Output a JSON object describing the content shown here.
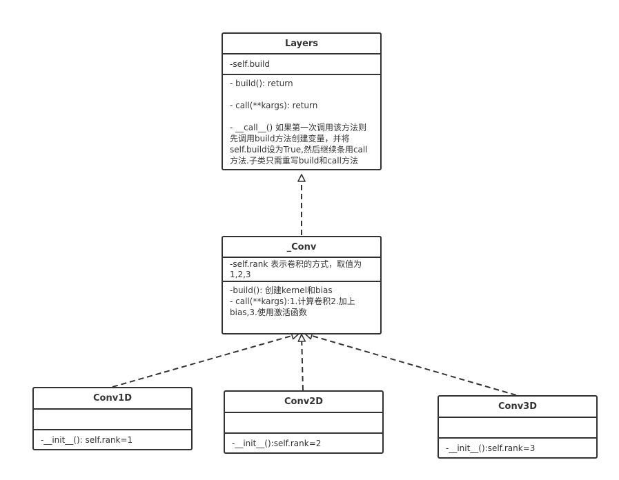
{
  "colors": {
    "stroke": "#333333",
    "background": "#ffffff"
  },
  "classes": {
    "layers": {
      "name": "Layers",
      "attributes": [
        "-self.build"
      ],
      "operations": [
        "- build(): return",
        "- call(**kargs): return",
        "- __call__() 如果第一次调用该方法则先调用build方法创建变量，并将self.build设为True,然后继续条用call方法.子类只需重写build和call方法"
      ]
    },
    "conv": {
      "name": "_Conv",
      "attributes": [
        "-self.rank 表示卷积的方式，取值为1,2,3"
      ],
      "operations": [
        "-build(): 创建kernel和bias",
        "- call(**kargs):1.计算卷积2.加上bias,3.使用激活函数"
      ]
    },
    "conv1d": {
      "name": "Conv1D",
      "attributes": [
        ""
      ],
      "operations": [
        "-__init__(): self.rank=1"
      ]
    },
    "conv2d": {
      "name": "Conv2D",
      "attributes": [
        ""
      ],
      "operations": [
        "-__init__():self.rank=2"
      ]
    },
    "conv3d": {
      "name": "Conv3D",
      "attributes": [
        ""
      ],
      "operations": [
        "-__init__():self.rank=3"
      ]
    }
  }
}
